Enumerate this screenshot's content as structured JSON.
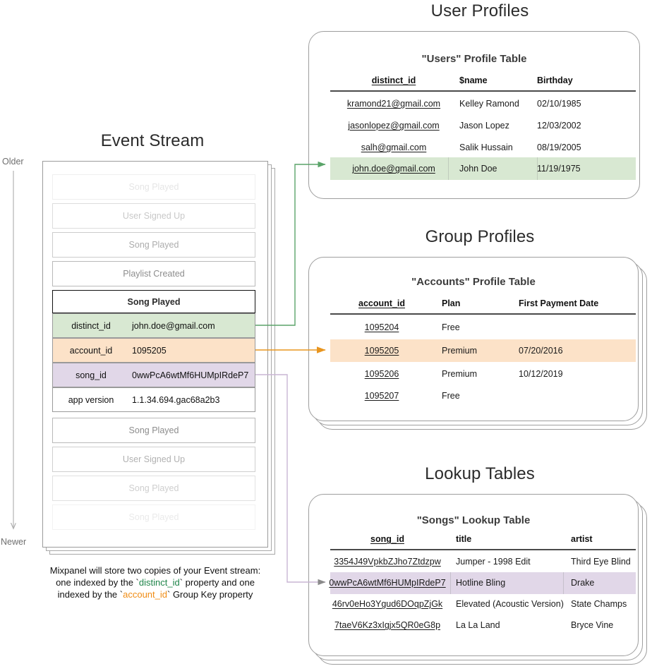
{
  "sections": {
    "event_stream_title": "Event Stream",
    "user_profiles_title": "User Profiles",
    "group_profiles_title": "Group Profiles",
    "lookup_tables_title": "Lookup Tables"
  },
  "timeline": {
    "older_label": "Older",
    "newer_label": "Newer"
  },
  "event_stream": {
    "events_before": [
      {
        "name": "Song Played",
        "opacity": 0.22
      },
      {
        "name": "User Signed Up",
        "opacity": 0.48
      },
      {
        "name": "Song Played",
        "opacity": 0.72
      },
      {
        "name": "Playlist Created",
        "opacity": 1.0
      }
    ],
    "selected_event": {
      "name": "Song Played",
      "properties": [
        {
          "key": "distinct_id",
          "value": "john.doe@gmail.com",
          "highlight": "#d8e8d2"
        },
        {
          "key": "account_id",
          "value": "1095205",
          "highlight": "#fce2c8"
        },
        {
          "key": "song_id",
          "value": "0wwPcA6wtMf6HUMpIRdeP7",
          "highlight": "#e1d7e8"
        },
        {
          "key": "app version",
          "value": "1.1.34.694.gac68a2b3",
          "highlight": "#ffffff"
        }
      ]
    },
    "events_after": [
      {
        "name": "Song Played",
        "opacity": 1.0
      },
      {
        "name": "User Signed Up",
        "opacity": 0.68
      },
      {
        "name": "Song Played",
        "opacity": 0.42
      },
      {
        "name": "Song Played",
        "opacity": 0.18
      }
    ]
  },
  "caption": {
    "line1": "Mixpanel will store two copies of your Event stream:",
    "line2_a": "one indexed by the `",
    "line2_code": "distinct_id",
    "line2_b": "` property and one",
    "line3_a": "indexed by the `",
    "line3_code": "account_id",
    "line3_b": "` Group Key property"
  },
  "users_table": {
    "title": "\"Users\" Profile Table",
    "columns": [
      "distinct_id",
      "$name",
      "Birthday"
    ],
    "rows": [
      {
        "distinct_id": "kramond21@gmail.com",
        "name": "Kelley Ramond",
        "birthday": "02/10/1985",
        "highlighted": false
      },
      {
        "distinct_id": "jasonlopez@gmail.com",
        "name": "Jason Lopez",
        "birthday": "12/03/2002",
        "highlighted": false
      },
      {
        "distinct_id": "salh@gmail.com",
        "name": "Salik Hussain",
        "birthday": "08/19/2005",
        "highlighted": false
      },
      {
        "distinct_id": "john.doe@gmail.com",
        "name": "John Doe",
        "birthday": "11/19/1975",
        "highlighted": true
      }
    ]
  },
  "accounts_table": {
    "title": "\"Accounts\" Profile Table",
    "columns": [
      "account_id",
      "Plan",
      "First Payment Date"
    ],
    "rows": [
      {
        "account_id": "1095204",
        "plan": "Free",
        "first_payment": "",
        "highlighted": false
      },
      {
        "account_id": "1095205",
        "plan": "Premium",
        "first_payment": "07/20/2016",
        "highlighted": true
      },
      {
        "account_id": "1095206",
        "plan": "Premium",
        "first_payment": "10/12/2019",
        "highlighted": false
      },
      {
        "account_id": "1095207",
        "plan": "Free",
        "first_payment": "",
        "highlighted": false
      }
    ]
  },
  "songs_table": {
    "title": "\"Songs\" Lookup Table",
    "columns": [
      "song_id",
      "title",
      "artist"
    ],
    "rows": [
      {
        "song_id": "3354J49VpkbZJho7Ztdzpw",
        "title": "Jumper - 1998 Edit",
        "artist": "Third Eye Blind",
        "highlighted": false
      },
      {
        "song_id": "0wwPcA6wtMf6HUMpIRdeP7",
        "title": "Hotline Bling",
        "artist": "Drake",
        "highlighted": true
      },
      {
        "song_id": "46rv0eHo3Ygud6DOqpZjGk",
        "title": "Elevated (Acoustic Version)",
        "artist": "State Champs",
        "highlighted": false
      },
      {
        "song_id": "7taeV6Kz3xIgjx5QR0eG8p",
        "title": "La La Land",
        "artist": "Bryce Vine",
        "highlighted": false
      }
    ]
  },
  "colors": {
    "green_highlight": "#d8e8d2",
    "orange_highlight": "#fce2c8",
    "purple_highlight": "#e1d7e8",
    "green_arrow": "#5aa469",
    "orange_arrow": "#e8951f",
    "purple_arrow": "#c9b6d4",
    "gray_arrow": "#8a8a8a",
    "card_border": "#9e9e9e"
  }
}
